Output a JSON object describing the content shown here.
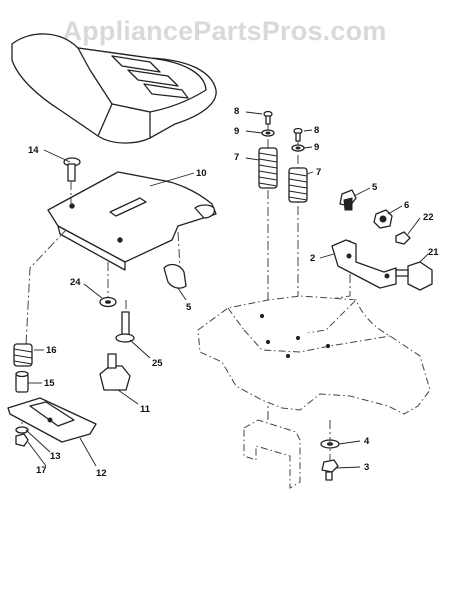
{
  "watermark": "AppliancePartsPros.com",
  "callouts": {
    "c14": "14",
    "c10": "10",
    "c8a": "8",
    "c9a": "9",
    "c7a": "7",
    "c8b": "8",
    "c9b": "9",
    "c7b": "7",
    "c5a": "5",
    "c6": "6",
    "c22": "22",
    "c2": "2",
    "c21": "21",
    "c24": "24",
    "c5b": "5",
    "c16": "16",
    "c25": "25",
    "c15": "15",
    "c11": "11",
    "c13": "13",
    "c17": "17",
    "c12": "12",
    "c4": "4",
    "c3": "3"
  },
  "colors": {
    "ink": "#222222",
    "watermark": "#d9d9d9",
    "background": "#ffffff"
  }
}
